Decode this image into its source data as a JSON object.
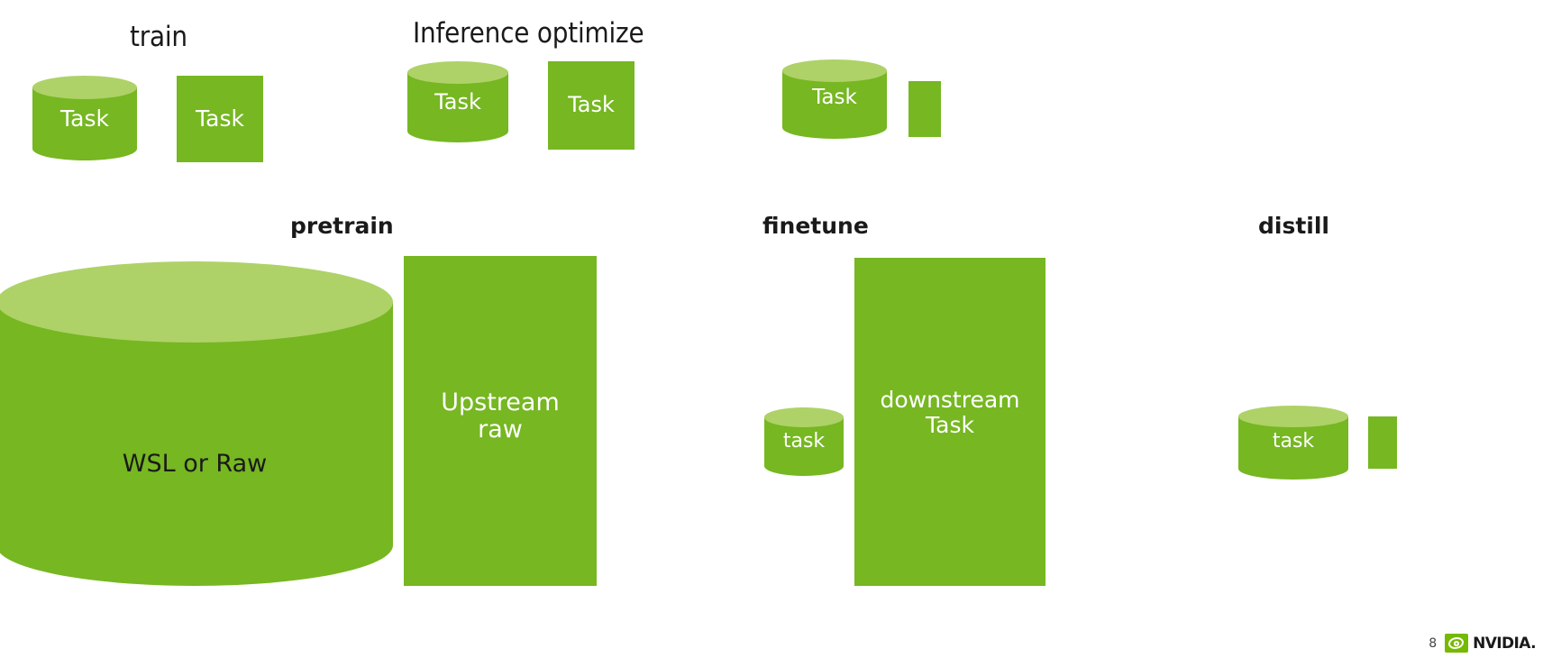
{
  "slide": {
    "page_number": "8",
    "brand": "NVIDIA",
    "brand_suffix": ".",
    "colors": {
      "shape_body": "#76B722",
      "shape_top": "#AED267",
      "label_light": "#FFFFFF",
      "label_dark": "#1A1A1A",
      "nvidia_green": "#76B900",
      "background": "#FFFFFF"
    }
  },
  "top_row": {
    "groups": [
      {
        "title": "train",
        "cylinder_label": "Task",
        "rect_label": "Task"
      },
      {
        "title": "Inference optimize",
        "cylinder_label": "Task",
        "rect_label": "Task"
      },
      {
        "title": "",
        "cylinder_label": "Task",
        "rect_label": ""
      }
    ]
  },
  "bottom_row": {
    "groups": [
      {
        "title": "pretrain",
        "cylinder_label": "WSL or Raw",
        "rect_label": "Upstream\nraw"
      },
      {
        "title": "finetune",
        "cylinder_label": "task",
        "rect_label": "downstream\nTask"
      },
      {
        "title": "distill",
        "cylinder_label": "task",
        "rect_label": ""
      }
    ]
  }
}
